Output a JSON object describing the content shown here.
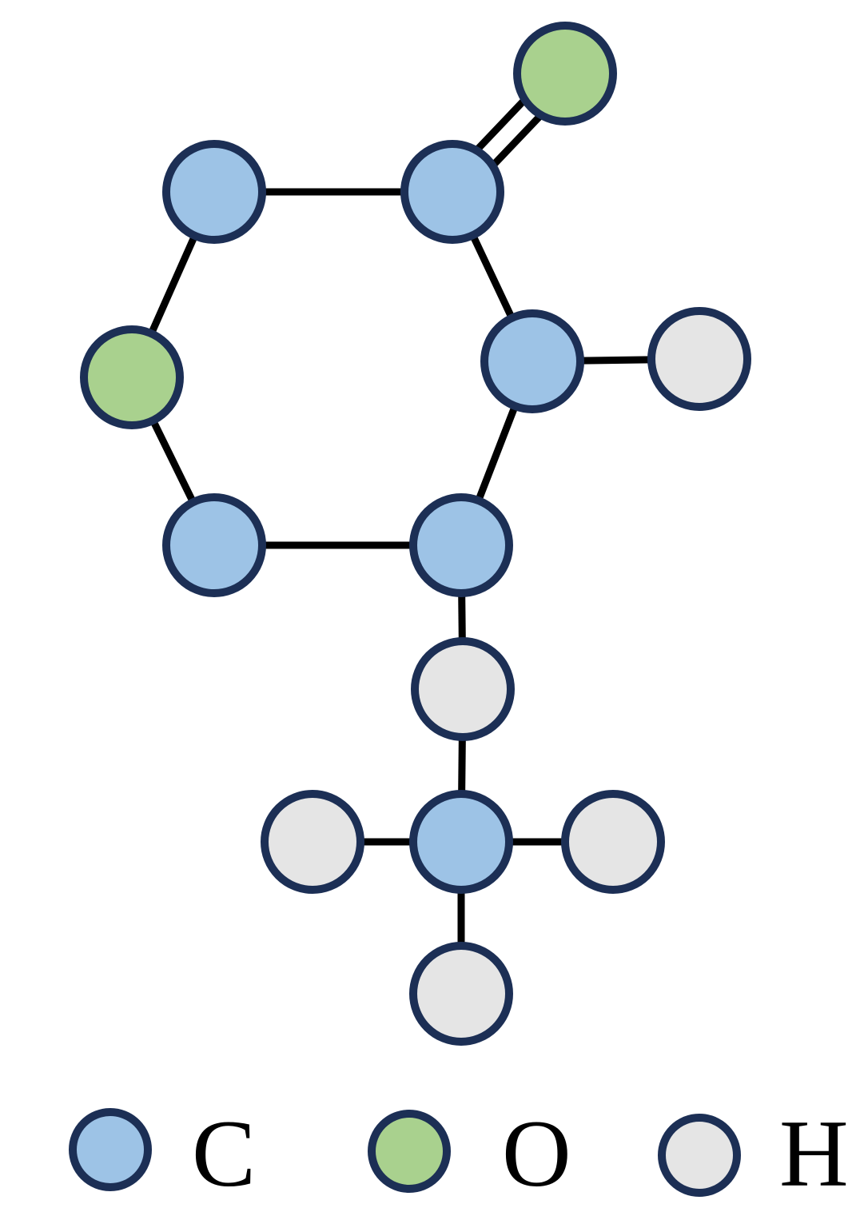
{
  "colors": {
    "C": "#9dc3e6",
    "O": "#a9d18e",
    "H": "#e5e5e5",
    "outline": "#1c2f55",
    "bond": "#000000"
  },
  "atoms": [
    {
      "id": "C1",
      "element": "C"
    },
    {
      "id": "C2",
      "element": "C"
    },
    {
      "id": "O1",
      "element": "O"
    },
    {
      "id": "O2",
      "element": "O"
    },
    {
      "id": "C3",
      "element": "C"
    },
    {
      "id": "H1",
      "element": "H"
    },
    {
      "id": "C4",
      "element": "C"
    },
    {
      "id": "C5",
      "element": "C"
    },
    {
      "id": "H2",
      "element": "H"
    },
    {
      "id": "C6",
      "element": "C"
    },
    {
      "id": "H3",
      "element": "H"
    },
    {
      "id": "H4",
      "element": "H"
    },
    {
      "id": "H5",
      "element": "H"
    }
  ],
  "bonds": [
    {
      "from": "C1",
      "to": "C2",
      "order": 1
    },
    {
      "from": "C2",
      "to": "O1",
      "order": 2
    },
    {
      "from": "C1",
      "to": "O2",
      "order": 1
    },
    {
      "from": "O2",
      "to": "C5",
      "order": 1
    },
    {
      "from": "C2",
      "to": "C3",
      "order": 1
    },
    {
      "from": "C3",
      "to": "H1",
      "order": 1
    },
    {
      "from": "C3",
      "to": "C4",
      "order": 1
    },
    {
      "from": "C4",
      "to": "C5",
      "order": 1
    },
    {
      "from": "C4",
      "to": "H2",
      "order": 1
    },
    {
      "from": "H2",
      "to": "C6",
      "order": 1
    },
    {
      "from": "C6",
      "to": "H3",
      "order": 1
    },
    {
      "from": "C6",
      "to": "H4",
      "order": 1
    },
    {
      "from": "C6",
      "to": "H5",
      "order": 1
    }
  ],
  "legend": [
    {
      "element": "C",
      "label": "C"
    },
    {
      "element": "O",
      "label": "O"
    },
    {
      "element": "H",
      "label": "H"
    }
  ]
}
